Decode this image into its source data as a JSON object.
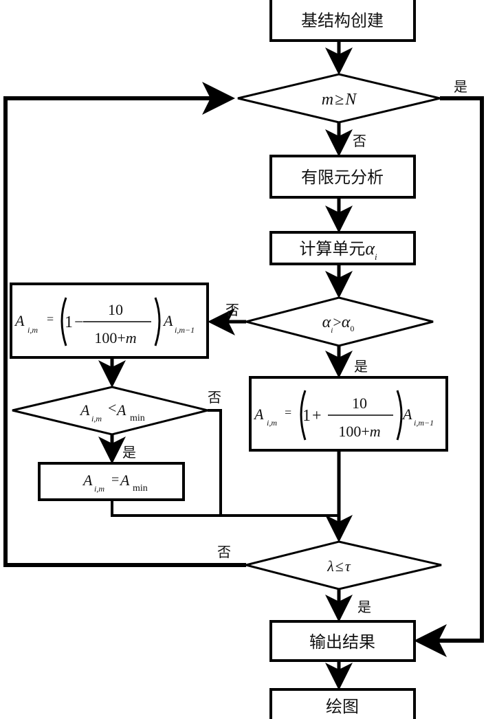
{
  "diagram": {
    "type": "flowchart",
    "nodes": {
      "start": {
        "label": "基结构创建"
      },
      "check_iter": {
        "var": "m",
        "op": "≥",
        "rhs": "N"
      },
      "fea": {
        "label": "有限元分析"
      },
      "calc": {
        "label": "计算单元",
        "sym": "α",
        "sub": "i"
      },
      "check_alpha": {
        "lhs": "α",
        "lhs_sub": "i",
        "op": ">",
        "rhs": "α",
        "rhs_sub": "0"
      },
      "decrease": {
        "lhs": "A",
        "lhs_sub": "i,m",
        "eq": "=",
        "one": "1",
        "sign": "−",
        "num": "10",
        "den_a": "100+",
        "den_m": "m",
        "rhs": "A",
        "rhs_sub": "i,m−1"
      },
      "increase": {
        "lhs": "A",
        "lhs_sub": "i,m",
        "eq": "=",
        "one": "1",
        "sign": "+",
        "num": "10",
        "den_a": "100+",
        "den_m": "m",
        "rhs": "A",
        "rhs_sub": "i,m−1"
      },
      "check_min": {
        "lhs": "A",
        "lhs_sub": "i,m",
        "op": "<",
        "rhs": "A",
        "rhs_sub": "min"
      },
      "set_min": {
        "lhs": "A",
        "lhs_sub": "i,m",
        "op": "=",
        "rhs": "A",
        "rhs_sub": "min"
      },
      "check_conv": {
        "lhs": "λ",
        "op": "≤",
        "rhs": "τ"
      },
      "output": {
        "label": "输出结果"
      },
      "plot": {
        "label": "绘图"
      }
    },
    "edge_labels": {
      "iter_yes": "是",
      "iter_no": "否",
      "alpha_no": "否",
      "alpha_yes": "是",
      "min_no": "否",
      "min_yes": "是",
      "conv_no": "否",
      "conv_yes": "是"
    }
  }
}
